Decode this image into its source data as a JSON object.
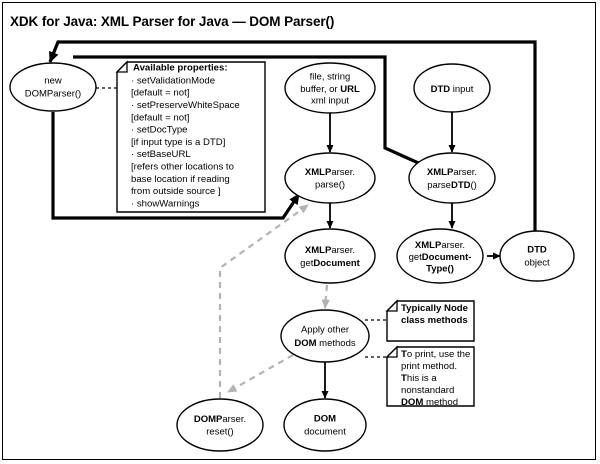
{
  "diagram": {
    "title": "XDK for Java: XML Parser for Java — DOM Parser()",
    "type": "flowchart",
    "nodes": {
      "dom_parser_new": {
        "line1": "new",
        "line2": "DOMParser()"
      },
      "xml_input": {
        "line1": "file, string",
        "line2a": "buffer, or ",
        "line2b": "URL",
        "line3": "xml input"
      },
      "dtd_input": {
        "line1a": "DTD",
        "line1b": " input"
      },
      "xmlparser_parse": {
        "line1a": "XMLP",
        "line1b": "arser.",
        "line2": "parse()"
      },
      "xmlparser_parsedtd": {
        "line1a": "XMLP",
        "line1b": "arser.",
        "line2a": "parse",
        "line2b": "DTD",
        "line2c": "()"
      },
      "xmlparser_getdocument": {
        "line1a": "XMLP",
        "line1b": "arser.",
        "line2a": "get",
        "line2b": "Document"
      },
      "xmlparser_getdocumenttype": {
        "line1a": "XMLP",
        "line1b": "arser.",
        "line2a": "get",
        "line2b": "Document-",
        "line3": "Type()"
      },
      "dtd_object": {
        "line1": "DTD",
        "line2": "object"
      },
      "apply_dom_methods": {
        "line1": "Apply other",
        "line2a": "DOM",
        "line2b": " methods"
      },
      "dom_parser_reset": {
        "line1a": "DOMP",
        "line1b": "arser.",
        "line2": "reset()"
      },
      "dom_document": {
        "line1": "DOM",
        "line2": "document"
      }
    },
    "notes": {
      "available_properties": {
        "title": "Available properties:",
        "lines": [
          "· setValidationMode",
          "  [default = not]",
          "· setPreserveWhiteSpace",
          "  [default = not]",
          "· setDocType",
          "  [if input type is a DTD]",
          "· setBaseURL",
          "  [refers other locations to",
          "  base location if reading",
          "  from outside source ]",
          "· showWarnings"
        ]
      },
      "node_class_methods": {
        "lines": [
          {
            "bold": "Typically Node",
            "rest": ""
          },
          {
            "bold": "class methods",
            "rest": ""
          }
        ]
      },
      "print_method": {
        "lines": [
          {
            "bold": "T",
            "rest": "o print, use the"
          },
          {
            "bold": "",
            "rest": "print method."
          },
          {
            "bold": "T",
            "rest": "his is a"
          },
          {
            "bold": "",
            "rest": "nonstandard"
          },
          {
            "bold": "DOM",
            "rest": " method"
          }
        ]
      }
    },
    "colors": {
      "stroke": "#000000",
      "dashed_connector": "#b3b3b3",
      "background": "#ffffff"
    }
  }
}
